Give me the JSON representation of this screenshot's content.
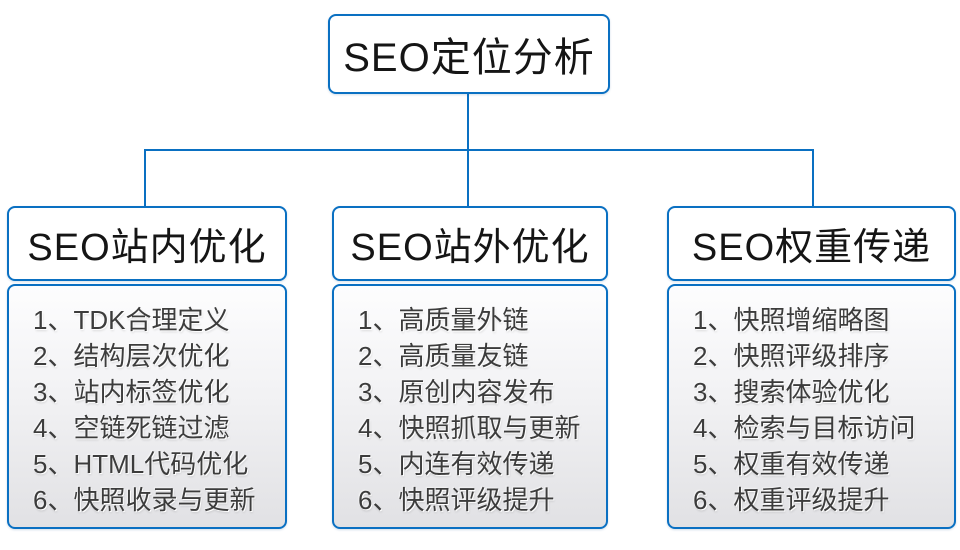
{
  "diagram": {
    "root": {
      "title": "SEO定位分析"
    },
    "branches": [
      {
        "title": "SEO站内优化",
        "items": [
          "1、TDK合理定义",
          "2、结构层次优化",
          "3、站内标签优化",
          "4、空链死链过滤",
          "5、HTML代码优化",
          "6、快照收录与更新"
        ]
      },
      {
        "title": "SEO站外优化",
        "items": [
          "1、高质量外链",
          "2、高质量友链",
          "3、原创内容发布",
          "4、快照抓取与更新",
          "5、内连有效传递",
          "6、快照评级提升"
        ]
      },
      {
        "title": "SEO权重传递",
        "items": [
          "1、快照增缩略图",
          "2、快照评级排序",
          "3、搜索体验优化",
          "4、检索与目标访问",
          "5、权重有效传递",
          "6、权重评级提升"
        ]
      }
    ],
    "colors": {
      "accent": "#0a70c2",
      "panel_top": "#fdfdfe",
      "panel_bottom": "#e1e1e4",
      "text": "#3c3c3c",
      "title_text": "#151515"
    }
  }
}
